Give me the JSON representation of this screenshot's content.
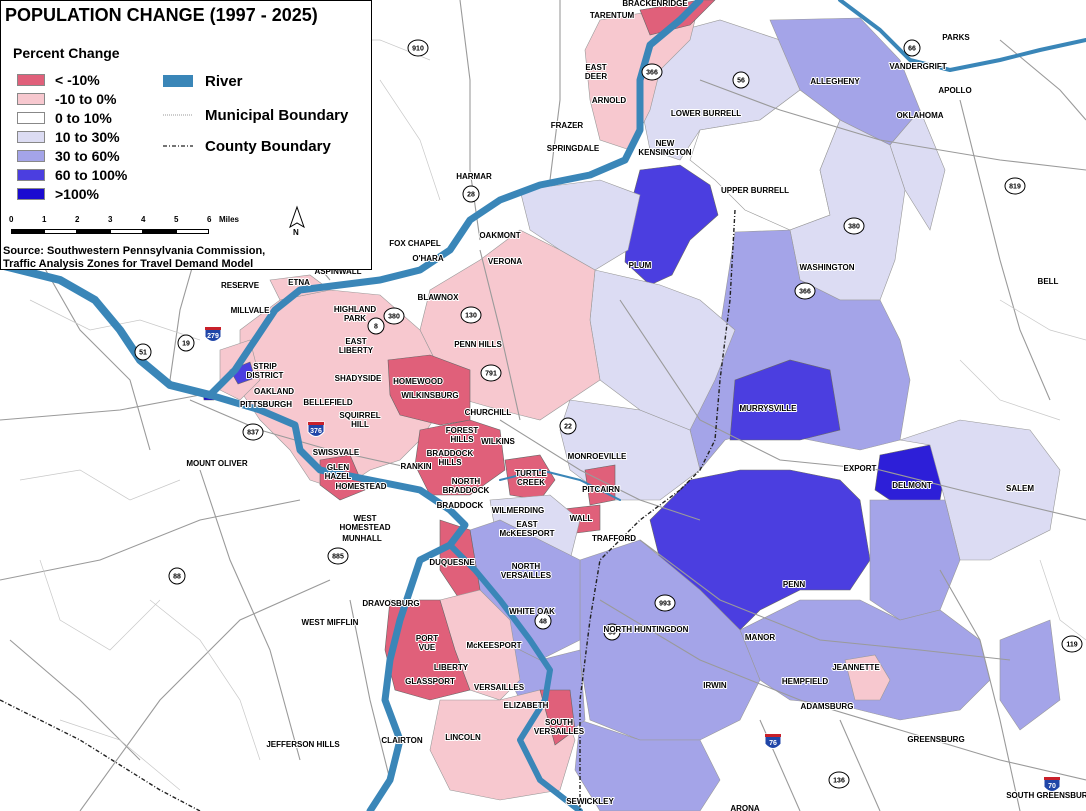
{
  "title": "POPULATION CHANGE (1997 - 2025)",
  "legend": {
    "heading": "Percent Change",
    "classes": [
      {
        "label": "< -10%",
        "color": "#e0607a"
      },
      {
        "label": "-10 to 0%",
        "color": "#f7c8cf"
      },
      {
        "label": "0 to 10%",
        "color": "#ffffff"
      },
      {
        "label": "10 to 30%",
        "color": "#dcdcf3"
      },
      {
        "label": "30 to 60%",
        "color": "#a4a4e8"
      },
      {
        "label": "60 to 100%",
        "color": "#4b3ee0"
      },
      {
        "label": ">100%",
        "color": "#1a0ad0"
      }
    ],
    "lines": [
      {
        "label": "River",
        "color": "#3a86b8"
      },
      {
        "label": "Municipal Boundary"
      },
      {
        "label": "County Boundary"
      }
    ],
    "scale": {
      "ticks": [
        "0",
        "1",
        "2",
        "3",
        "4",
        "5",
        "6"
      ],
      "unit": "Miles"
    },
    "north_label": "N",
    "source_lines": [
      "Source:  Southwestern Pennsylvania Commission,",
      "Traffic Analysis Zones for Travel Demand Model"
    ]
  },
  "colors": {
    "river": "#3a86b8",
    "county_line": "#222222",
    "road": "#9a9a9a",
    "interstate_shield": "#2046a8"
  },
  "place_labels": [
    "BRACKENRIDGE",
    "TARENTUM",
    "EAST DEER",
    "ARNOLD",
    "LOWER BURRELL",
    "FRAZER",
    "SPRINGDALE",
    "NEW KENSINGTON",
    "HARMAR",
    "ALLEGHENY",
    "VANDERGRIFT",
    "APOLLO",
    "OKLAHOMA",
    "UPPER BURRELL",
    "FOX CHAPEL",
    "O'HARA",
    "OAKMONT",
    "VERONA",
    "PLUM",
    "WASHINGTON",
    "BELL",
    "RESERVE",
    "ETNA",
    "ASPINWALL",
    "BLAWNOX",
    "MILLVALE",
    "HIGHLAND PARK",
    "EAST LIBERTY",
    "PENN HILLS",
    "STRIP DISTRICT",
    "SHADYSIDE",
    "HOMEWOOD",
    "WILKINSBURG",
    "OAKLAND",
    "PITTSBURGH",
    "BELLEFIELD",
    "SQUIRREL HILL",
    "CHURCHILL",
    "FOREST HILLS",
    "WILKINS",
    "MURRYSVILLE",
    "MONROEVILLE",
    "SWISSVALE",
    "RANKIN",
    "BRADDOCK HILLS",
    "MOUNT OLIVER",
    "GLEN HAZEL",
    "TURTLE CREEK",
    "PITCAIRN",
    "EXPORT",
    "DELMONT",
    "SALEM",
    "NORTH BRADDOCK",
    "HOMESTEAD",
    "BRADDOCK",
    "WEST HOMESTEAD",
    "WILMERDING",
    "WALL",
    "MUNHALL",
    "EAST McKEESPORT",
    "TRAFFORD",
    "DUQUESNE",
    "NORTH VERSAILLES",
    "PENN",
    "DRAVOSBURG",
    "WHITE OAK",
    "WEST MIFFLIN",
    "NORTH HUNTINGDON",
    "MANOR",
    "PORT VUE",
    "McKEESPORT",
    "LIBERTY",
    "JEANNETTE",
    "HEMPFIELD",
    "GLASSPORT",
    "VERSAILLES",
    "IRWIN",
    "ELIZABETH",
    "ADAMSBURG",
    "GREENSBURG",
    "SOUTH VERSAILLES",
    "JEFFERSON HILLS",
    "CLAIRTON",
    "LINCOLN",
    "SEWICKLEY",
    "ARONA",
    "SOUTH GREENSBURG",
    "PARKS"
  ],
  "route_shields": [
    "910",
    "366",
    "56",
    "66",
    "PARKS",
    "28",
    "380",
    "8",
    "130",
    "791",
    "19",
    "279",
    "51",
    "376",
    "837",
    "22",
    "30",
    "885",
    "88",
    "993",
    "48",
    "819",
    "119",
    "136",
    "70",
    "76",
    "380",
    "366"
  ]
}
